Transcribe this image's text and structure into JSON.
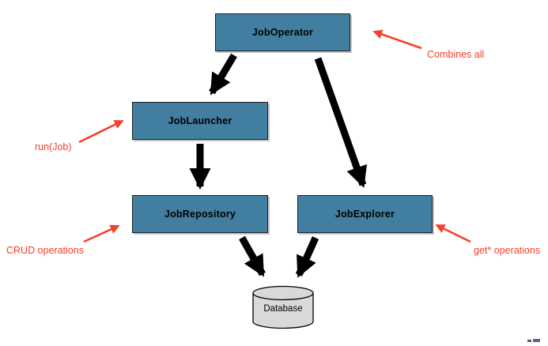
{
  "diagram": {
    "nodes": [
      {
        "id": "job-operator",
        "label": "JobOperator",
        "shape": "box"
      },
      {
        "id": "job-launcher",
        "label": "JobLauncher",
        "shape": "box"
      },
      {
        "id": "job-repository",
        "label": "JobRepository",
        "shape": "box"
      },
      {
        "id": "job-explorer",
        "label": "JobExplorer",
        "shape": "box"
      },
      {
        "id": "database",
        "label": "Database",
        "shape": "cylinder"
      }
    ],
    "edges": [
      {
        "from": "JobOperator",
        "to": "JobLauncher"
      },
      {
        "from": "JobOperator",
        "to": "JobExplorer"
      },
      {
        "from": "JobLauncher",
        "to": "JobRepository"
      },
      {
        "from": "JobRepository",
        "to": "Database"
      },
      {
        "from": "JobExplorer",
        "to": "Database"
      }
    ],
    "annotations": [
      {
        "id": "combines-all",
        "label": "Combines all",
        "points_to": "JobOperator"
      },
      {
        "id": "run-job",
        "label": "run(Job)",
        "points_to": "JobLauncher"
      },
      {
        "id": "crud-operations",
        "label": "CRUD operations",
        "points_to": "JobRepository"
      },
      {
        "id": "get-operations",
        "label": "get* operations",
        "points_to": "JobExplorer"
      }
    ],
    "colors": {
      "node_fill": "#427ea0",
      "node_border": "#1c2026",
      "cylinder_fill": "#d9d9d9",
      "arrow_black": "#000000",
      "annotation_red": "#f4402c",
      "background": "#ffffff"
    }
  }
}
